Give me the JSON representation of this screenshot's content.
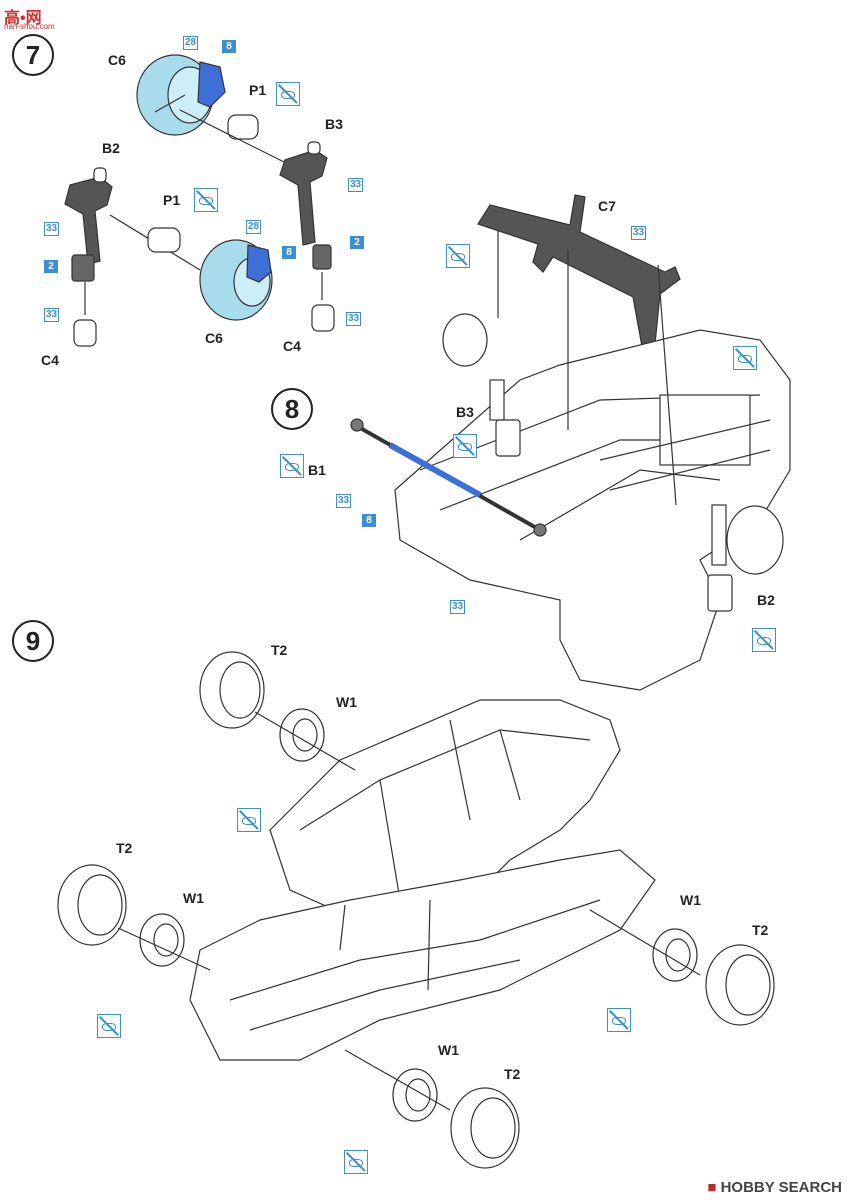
{
  "watermarks": {
    "top_left": "高•网",
    "top_left_url": "nan-shou.com",
    "bottom_right": "HOBBY SEARCH"
  },
  "steps": [
    "7",
    "8",
    "9"
  ],
  "step7": {
    "parts": [
      "C6",
      "P1",
      "B3",
      "B2",
      "P1",
      "C6",
      "C4",
      "C4"
    ],
    "colors": [
      "28",
      "8",
      "33",
      "2",
      "33",
      "28",
      "8",
      "33",
      "2",
      "33"
    ]
  },
  "step8": {
    "parts": [
      "C7",
      "B3",
      "B1",
      "B2"
    ],
    "colors": [
      "33",
      "33",
      "8",
      "33"
    ]
  },
  "step9": {
    "parts": [
      "T2",
      "W1",
      "T2",
      "W1",
      "W1",
      "T2",
      "W1",
      "T2"
    ]
  },
  "colors": {
    "accent_blue": "#3a8fd6",
    "part_blue": "#3d6fd6",
    "light_cyan": "#a8dcec",
    "dark_grey": "#555555"
  }
}
